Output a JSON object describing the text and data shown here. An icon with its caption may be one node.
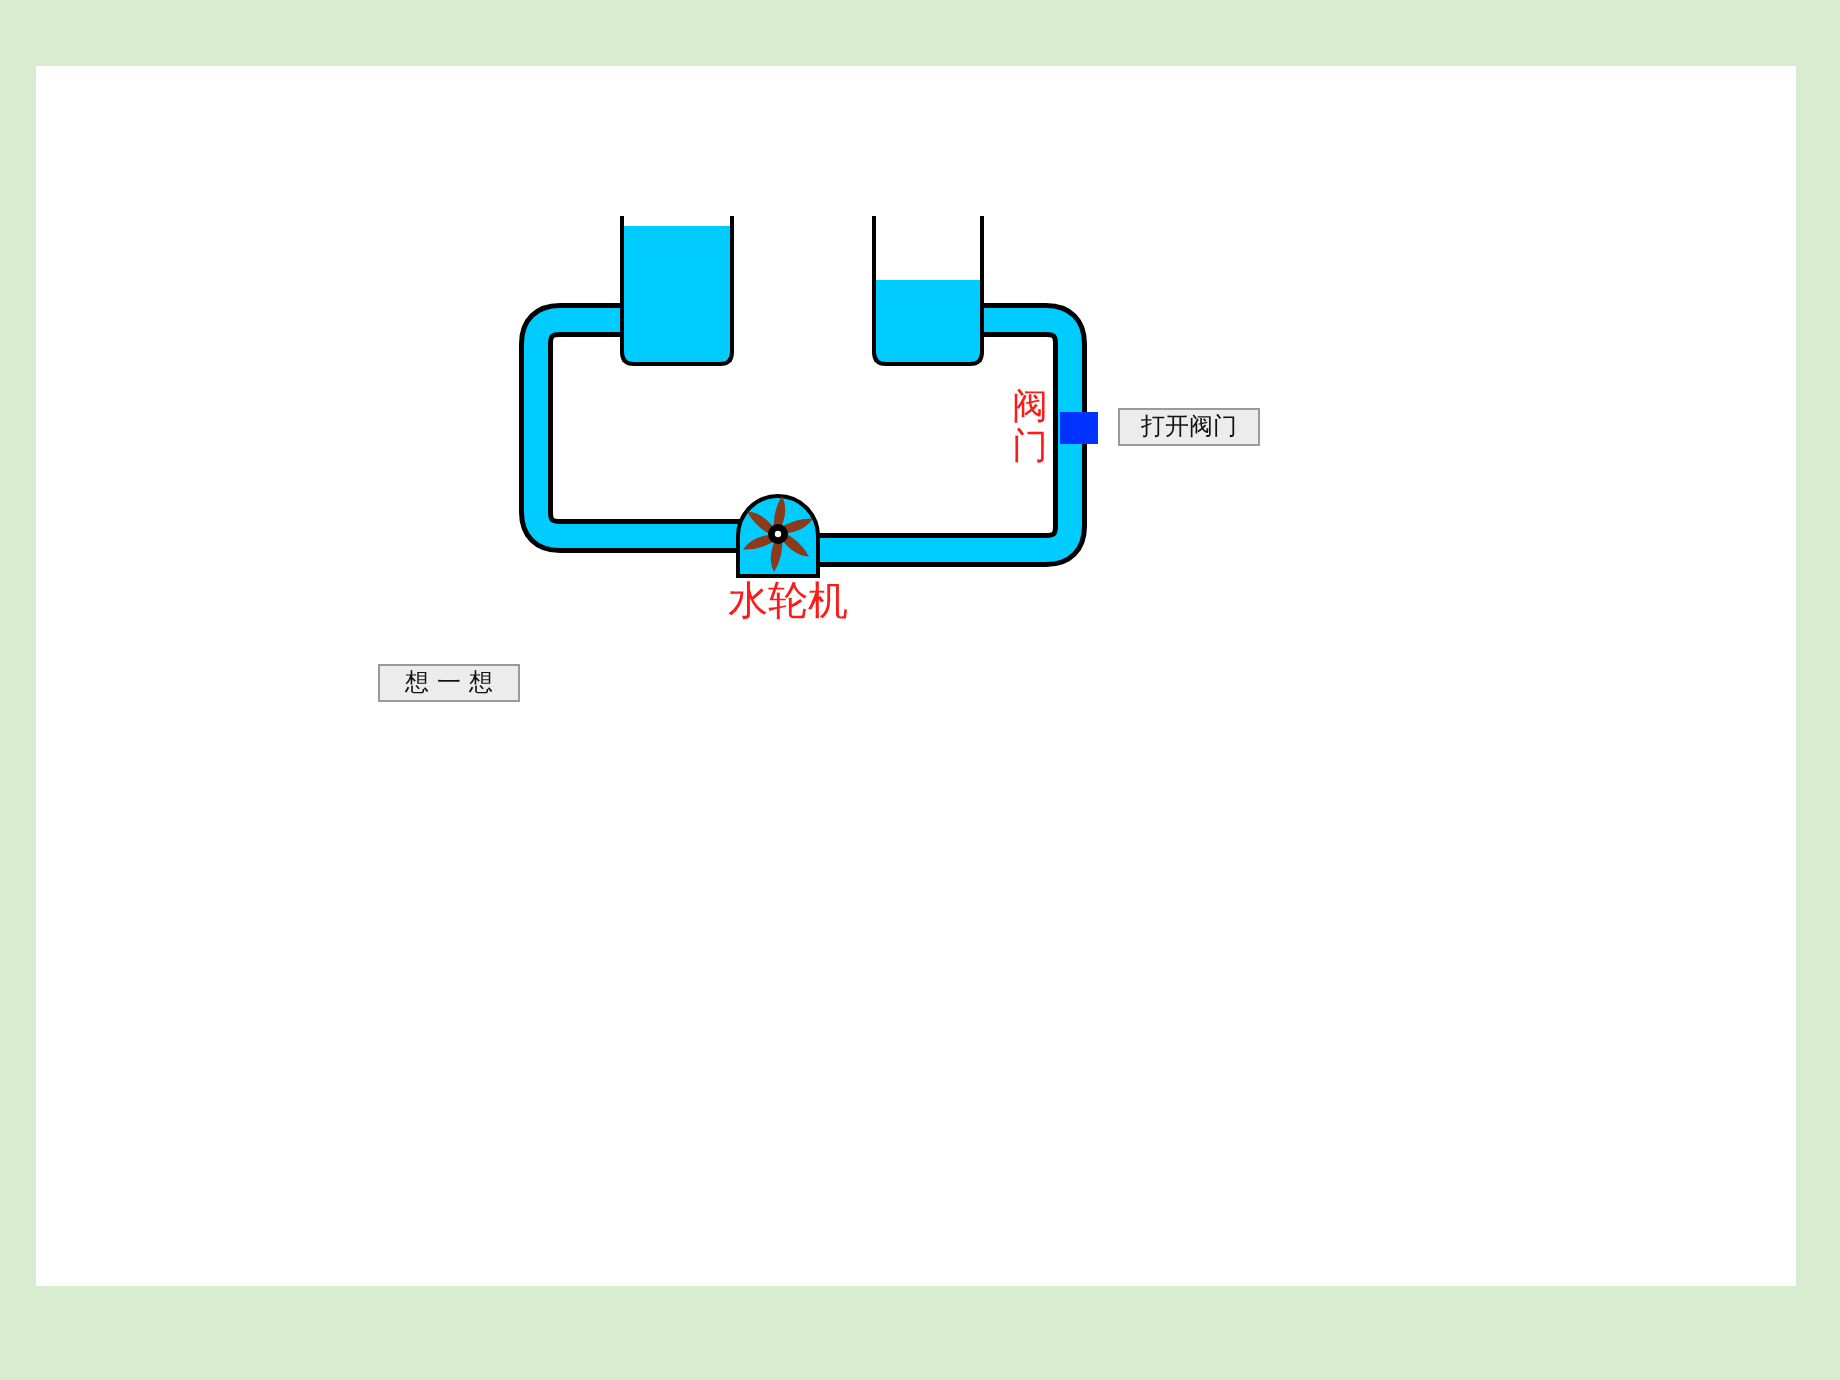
{
  "diagram": {
    "nodes": [
      {
        "text": [
          "打开阀门"
        ]
      },
      {
        "text": [
          "想 一 想"
        ]
      }
    ],
    "labels": [
      "阀门",
      "水轮机"
    ]
  }
}
